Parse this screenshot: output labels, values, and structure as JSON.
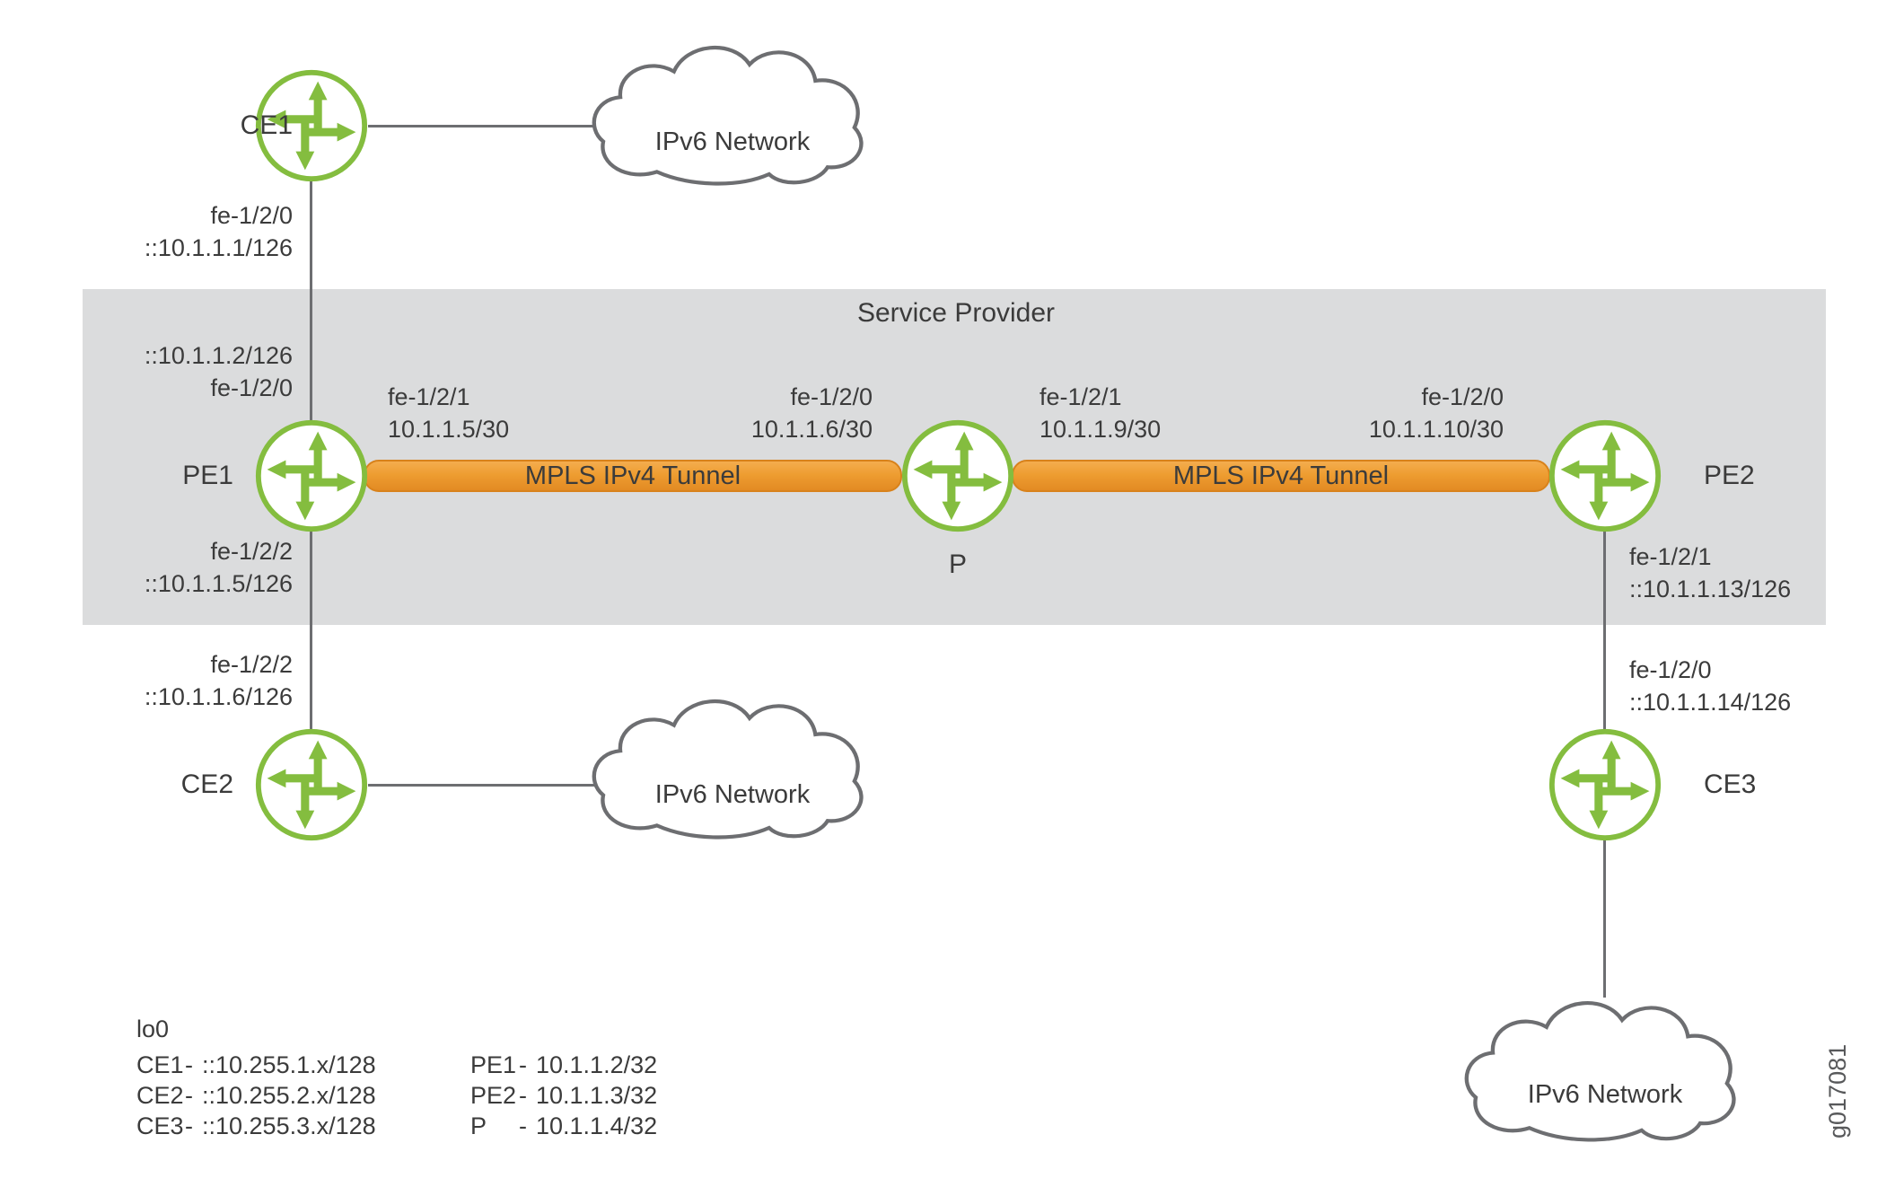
{
  "region": {
    "label": "Service Provider"
  },
  "routers": {
    "ce1": {
      "label": "CE1"
    },
    "pe1": {
      "label": "PE1"
    },
    "p": {
      "label": "P"
    },
    "pe2": {
      "label": "PE2"
    },
    "ce2": {
      "label": "CE2"
    },
    "ce3": {
      "label": "CE3"
    }
  },
  "clouds": {
    "top": {
      "label": "IPv6 Network"
    },
    "middle": {
      "label": "IPv6 Network"
    },
    "bottom": {
      "label": "IPv6 Network"
    }
  },
  "tunnels": {
    "pe1_p": {
      "label": "MPLS IPv4 Tunnel"
    },
    "p_pe2": {
      "label": "MPLS IPv4 Tunnel"
    }
  },
  "interfaces": {
    "ce1_to_pe1": {
      "line1": "fe-1/2/0",
      "line2": "::10.1.1.1/126"
    },
    "pe1_to_ce1": {
      "line1": "::10.1.1.2/126",
      "line2": "fe-1/2/0"
    },
    "pe1_to_p": {
      "line1": "fe-1/2/1",
      "line2": "10.1.1.5/30"
    },
    "p_to_pe1": {
      "line1": "fe-1/2/0",
      "line2": "10.1.1.6/30"
    },
    "p_to_pe2": {
      "line1": "fe-1/2/1",
      "line2": "10.1.1.9/30"
    },
    "pe2_to_p": {
      "line1": "fe-1/2/0",
      "line2": "10.1.1.10/30"
    },
    "pe1_to_ce2": {
      "line1": "fe-1/2/2",
      "line2": "::10.1.1.5/126"
    },
    "ce2_to_pe1": {
      "line1": "fe-1/2/2",
      "line2": "::10.1.1.6/126"
    },
    "pe2_to_ce3": {
      "line1": "fe-1/2/1",
      "line2": "::10.1.1.13/126"
    },
    "ce3_to_pe2": {
      "line1": "fe-1/2/0",
      "line2": "::10.1.1.14/126"
    }
  },
  "legend": {
    "title": "lo0",
    "separator": "-",
    "col1": [
      {
        "name": "CE1",
        "value": "::10.255.1.x/128"
      },
      {
        "name": "CE2",
        "value": "::10.255.2.x/128"
      },
      {
        "name": "CE3",
        "value": "::10.255.3.x/128"
      }
    ],
    "col2": [
      {
        "name": "PE1",
        "value": "10.1.1.2/32"
      },
      {
        "name": "PE2",
        "value": "10.1.1.3/32"
      },
      {
        "name": "P",
        "value": "10.1.1.4/32"
      }
    ]
  },
  "watermark": "g017081",
  "colors": {
    "router_green": "#84bd3f",
    "line_gray": "#6d6e71",
    "band_gray": "#dbdcdd",
    "tunnel_orange": "#ee9d31",
    "text_dark": "#3b3b3b"
  }
}
